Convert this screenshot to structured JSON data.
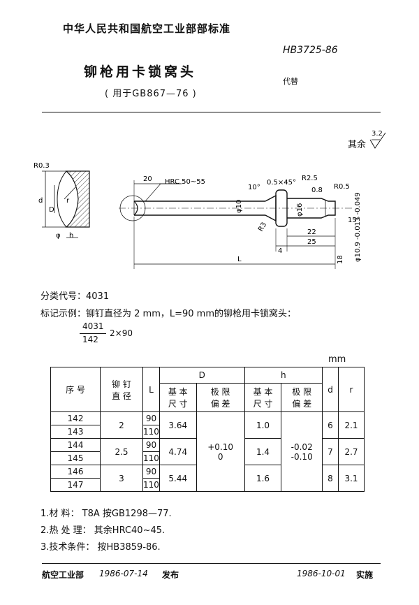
{
  "header": {
    "organization": "中华人民共和国航空工业部部标准",
    "standard_no": "HB3725-86",
    "title": "铆枪用卡锁窝头",
    "subtitle": "( 用于GB867—76 )",
    "replaces": "代替"
  },
  "drawing": {
    "surface_finish_label": "其余",
    "surface_finish_value": "3.2",
    "labels": {
      "r03": "R0.3",
      "dim_d_small": "d",
      "dim_D": "D",
      "dim_h": "h",
      "dim_r": "r",
      "angle_phi": "φ",
      "len20": "20",
      "hardness": "HRC 50~55",
      "ang10": "10°",
      "chamfer": "0.5×45°",
      "r25": "R2.5",
      "rough08": "0.8",
      "r05": "R0.5",
      "dia10": "φ10",
      "dia16": "φ16",
      "r3": "R3",
      "ang15": "15°",
      "len4": "4",
      "len22": "22",
      "len25": "25",
      "tol_dia": "φ10.9 -0.013 -0.049",
      "dim_L": "L",
      "len18": "18"
    }
  },
  "classification": "分类代号：4031",
  "marking_example": "标记示例：铆钉直径为 2 mm，L=90 mm的铆枪用卡锁窝头：",
  "marking_fraction": {
    "numerator": "4031",
    "denominator": "142",
    "suffix": "2×90"
  },
  "unit": "mm",
  "table": {
    "headers": {
      "seq": "序  号",
      "rivet_dia": "铆  钉\n直  径",
      "L": "L",
      "D": "D",
      "h": "h",
      "d": "d",
      "r": "r",
      "D_basic": "基  本\n尺  寸",
      "D_dev": "极  限\n偏  差",
      "h_basic": "基  本\n尺  寸",
      "h_dev": "极  限\n偏  差"
    },
    "rows": [
      {
        "seq": "142",
        "L": "90"
      },
      {
        "seq": "143",
        "L": "110"
      },
      {
        "seq": "144",
        "L": "90"
      },
      {
        "seq": "145",
        "L": "110"
      },
      {
        "seq": "146",
        "L": "90"
      },
      {
        "seq": "147",
        "L": "110"
      }
    ],
    "groups": [
      {
        "rivet_dia": "2",
        "D_basic": "3.64",
        "h_basic": "1.0",
        "d": "6",
        "r": "2.1"
      },
      {
        "rivet_dia": "2.5",
        "D_basic": "4.74",
        "h_basic": "1.4",
        "d": "7",
        "r": "2.7"
      },
      {
        "rivet_dia": "3",
        "D_basic": "5.44",
        "h_basic": "1.6",
        "d": "8",
        "r": "3.1"
      }
    ],
    "D_dev": "+0.10\n0",
    "h_dev": "-0.02\n-0.10"
  },
  "notes": [
    "1.材      料：  T8A  按GB1298—77.",
    "2.热 处 理：  其余HRC40~45.",
    "3.技术条件：  按HB3859-86."
  ],
  "footer": {
    "issuer": "航空工业部",
    "issue_date": "1986-07-14",
    "issue_label": "发布",
    "effective_date": "1986-10-01",
    "effective_label": "实施"
  }
}
